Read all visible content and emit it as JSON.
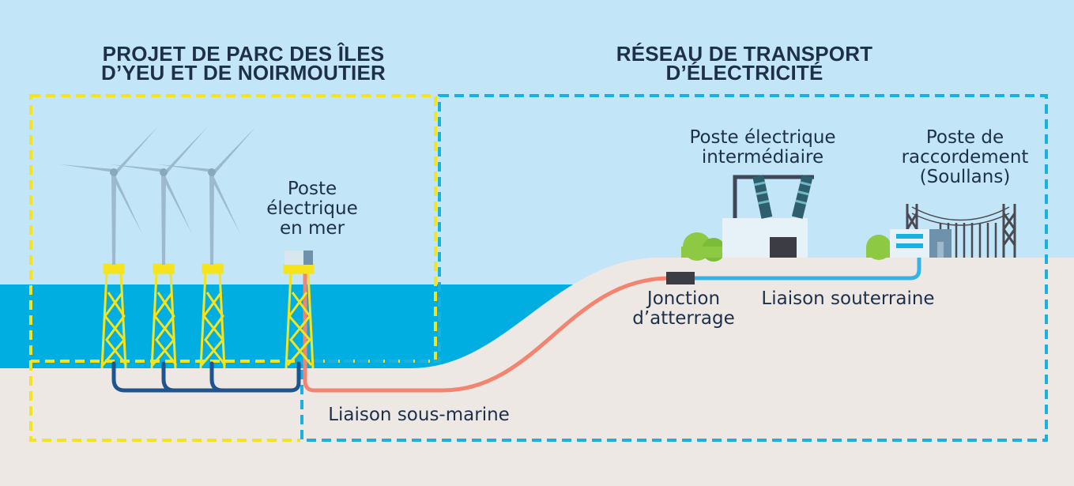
{
  "zones": {
    "park_title": "PROJET DE PARC DES ÎLES\nD’YEU ET DE NOIRMOUTIER",
    "grid_title": "RÉSEAU DE TRANSPORT\nD’ÉLECTRICITÉ"
  },
  "labels": {
    "offshore_substation": "Poste\nélectrique\nen mer",
    "intermediate_substation": "Poste électrique\nintermédiaire",
    "connection_substation": "Poste de\nraccordement\n(Soullans)",
    "landing_junction": "Jonction\nd’atterrage",
    "underground_link": "Liaison souterraine",
    "subsea_link": "Liaison sous-marine"
  },
  "colors": {
    "sky": "#c2e6f7",
    "sea": "#00aee2",
    "land": "#eee8e5",
    "park_border": "#f5e31c",
    "grid_border": "#1ab0e0",
    "subsea_cable": "#f28470",
    "underground_cable": "#35b3e5",
    "array_cable": "#1e5490",
    "text": "#1e2f4a"
  }
}
